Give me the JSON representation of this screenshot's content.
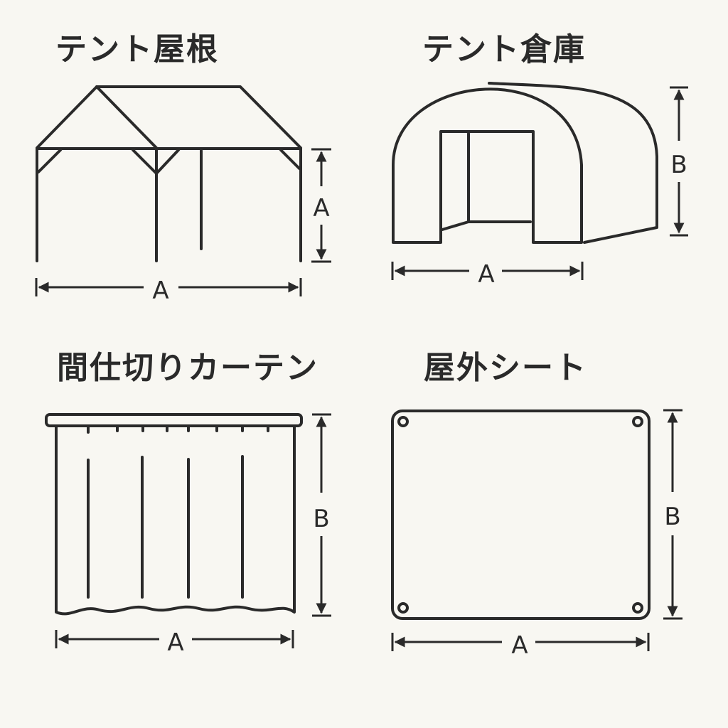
{
  "panels": [
    {
      "id": "tent-roof",
      "title": "テント屋根",
      "dimensions": {
        "width_label": "A",
        "height_label": "A"
      }
    },
    {
      "id": "tent-warehouse",
      "title": "テント倉庫",
      "dimensions": {
        "width_label": "A",
        "height_label": "B"
      }
    },
    {
      "id": "partition-curtain",
      "title": "間仕切りカーテン",
      "dimensions": {
        "width_label": "A",
        "height_label": "B"
      }
    },
    {
      "id": "outdoor-sheet",
      "title": "屋外シート",
      "dimensions": {
        "width_label": "A",
        "height_label": "B"
      }
    }
  ],
  "colors": {
    "background": "#f8f7f2",
    "stroke": "#2a2a2a"
  }
}
